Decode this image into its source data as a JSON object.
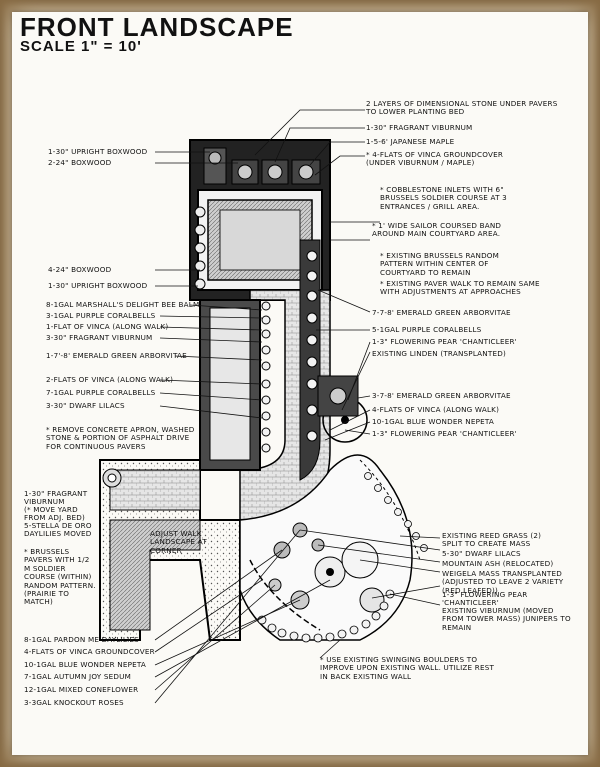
{
  "title": "Front Landscape",
  "scale": "Scale 1\" = 10'",
  "labels": {
    "l01": "1-30\" Upright Boxwood",
    "l02": "2-24\" Boxwood",
    "l03": "4-24\" Boxwood",
    "l04": "1-30\" Upright Boxwood",
    "l05": "8-1gal Marshall's Delight Bee Balm",
    "l06": "3-1gal Purple Coralbells",
    "l07": "1-Flat of Vinca (Along Walk)",
    "l08": "3-30\" Fragrant Viburnum",
    "l09": "1-7'-8' Emerald Green Arborvitae",
    "l10": "2-Flats of Vinca (Along Walk)",
    "l11": "7-1gal Purple Coralbells",
    "l12": "3-30\" Dwarf Lilacs",
    "l13": "* Remove Concrete Apron, Washed Stone & Portion of Asphalt Drive for Continuous Pavers",
    "l14": "1-30\" Fragrant Viburnum",
    "l15": "(* Move Yard From Adj. Bed)",
    "l16": "5-Stella De Oro Daylilies Moved",
    "l17": "* Brussels Pavers With 1/2 M Soldier Course (Within) Random Pattern. (Prairie to Match)",
    "l18": "Adjust Walk Landscape at Corner",
    "l19": "8-1gal Pardon Me Daylilies",
    "l20": "4-Flats of Vinca Groundcover",
    "l21": "10-1gal Blue Wonder Nepeta",
    "l22": "7-1gal Autumn Joy Sedum",
    "l23": "12-1gal Mixed Coneflower",
    "l24": "3-3gal Knockout Roses",
    "r01": "2 Layers of Dimensional Stone Under Pavers to Lower Planting Bed",
    "r02": "1-30\" Fragrant Viburnum",
    "r03": "1-5-6' Japanese Maple",
    "r04": "* 4-Flats of Vinca Groundcover (Under Viburnum / Maple)",
    "r05": "* Cobblestone Inlets With 6\" Brussels Soldier Course at 3 Entrances / Grill Area.",
    "r06": "* 1' Wide Sailor Coursed Band Around Main Courtyard Area.",
    "r07": "* Existing Brussels Random Pattern Within Center of Courtyard to Remain",
    "r08": "* Existing Paver Walk to Remain Same With Adjustments at Approaches",
    "r09": "7-7-8' Emerald Green Arborvitae",
    "r10": "5-1gal Purple Coralbells",
    "r11": "1-3\" Flowering Pear 'Chanticleer'",
    "r12": "Existing Linden (Transplanted)",
    "r13": "3-7-8' Emerald Green Arborvitae",
    "r14": "4-Flats of Vinca (Along Walk)",
    "r15": "10-1gal Blue Wonder Nepeta",
    "r16": "1-3\" Flowering Pear 'Chanticleer'",
    "r17": "Existing Reed Grass (2) Split to Create Mass",
    "r18": "5-30\" Dwarf Lilacs",
    "r19": "Mountain Ash (Relocated)",
    "r20": "Weigela Mass Transplanted (Adjusted to Leave 2 Variety (Red Leafed))",
    "r21": "1-3\" Flowering Pear 'Chanticleer'",
    "r22": "Existing Viburnum (Moved From Tower Mass) Junipers to Remain",
    "r23": "* Use Existing Swinging Boulders to Improve Upon Existing Wall. Utilize Rest in Back Existing Wall"
  }
}
